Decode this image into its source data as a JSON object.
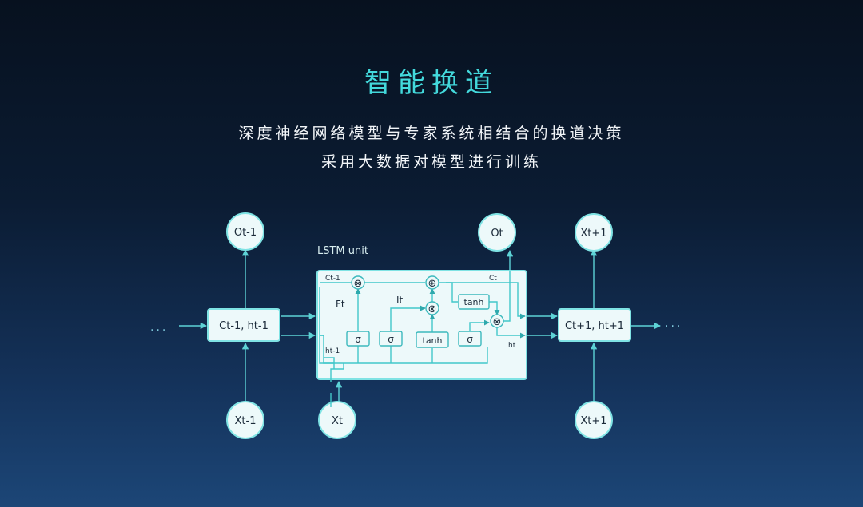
{
  "slide": {
    "title": "智能换道",
    "subtitle_line1": "深度神经网络模型与专家系统相结合的换道决策",
    "subtitle_line2": "采用大数据对模型进行训练"
  },
  "diagram": {
    "nodes": {
      "ot_prev": "Ot-1",
      "ot": "Ot",
      "xt_next_top": "Xt+1",
      "xt_prev": "Xt-1",
      "xt": "Xt",
      "xt_next_bottom": "Xt+1"
    },
    "boxes": {
      "left_state": "Ct-1, ht-1",
      "right_state": "Ct+1, ht+1"
    },
    "lstm": {
      "caption": "LSTM unit",
      "ct_prev": "Ct-1",
      "ct": "Ct",
      "ht_prev": "ht-1",
      "ht": "ht",
      "ft": "Ft",
      "it": "It",
      "gates": [
        "σ",
        "σ",
        "tanh",
        "σ"
      ],
      "tanh_out": "tanh",
      "multiply_symbol": "⊗",
      "add_symbol": "⊕"
    },
    "ellipsis_left": "···",
    "ellipsis_right": "···",
    "colors": {
      "title": "#43d9dc",
      "wire": "#42c7c9",
      "box_fill": "#edf9fa",
      "box_stroke": "#7fe3e4"
    }
  }
}
